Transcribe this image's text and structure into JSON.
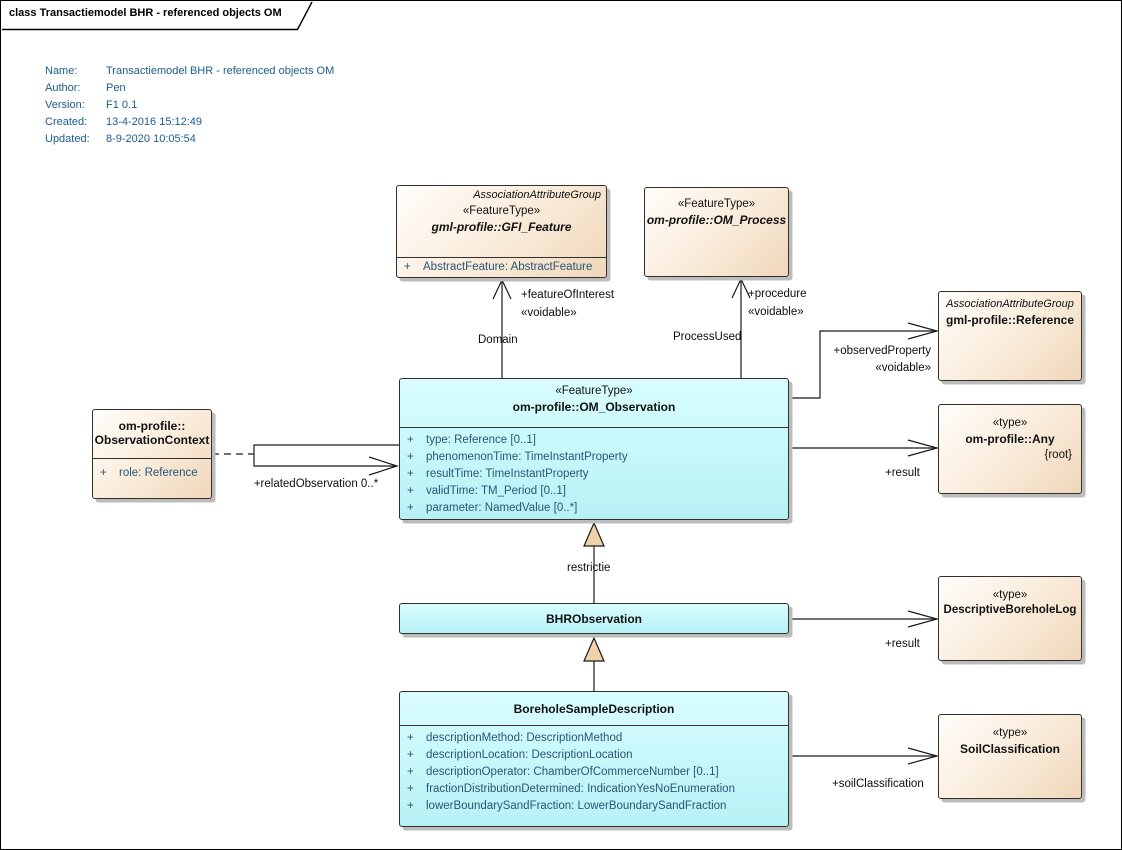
{
  "frame": {
    "title": "class Transactiemodel BHR - referenced objects OM"
  },
  "metadata": {
    "rows": [
      {
        "label": "Name:",
        "value": "Transactiemodel BHR - referenced objects OM"
      },
      {
        "label": "Author:",
        "value": "Pen"
      },
      {
        "label": "Version:",
        "value": "F1 0.1"
      },
      {
        "label": "Created:",
        "value": "13-4-2016 15:12:49"
      },
      {
        "label": "Updated:",
        "value": "8-9-2020 10:05:54"
      }
    ]
  },
  "colors": {
    "class_fill_cyan": "#ccfafb",
    "class_fill_beige": "#f7e7d4",
    "metadata_text": "#1b5c8e",
    "attribute_text": "#2a5674",
    "generalization_triangle_fill": "#efd2a9",
    "connector_stroke": "#1a1a1a"
  },
  "classes": {
    "gfi_feature": {
      "group": "AssociationAttributeGroup",
      "stereotype": "«FeatureType»",
      "name": "gml-profile::GFI_Feature",
      "attributes": [
        {
          "vis": "+",
          "text": "AbstractFeature: AbstractFeature"
        }
      ]
    },
    "om_process": {
      "stereotype": "«FeatureType»",
      "name": "om-profile::OM_Process"
    },
    "reference": {
      "group": "AssociationAttributeGroup",
      "name": "gml-profile::Reference"
    },
    "observation_context": {
      "name_line1": "om-profile::",
      "name_line2": "ObservationContext",
      "attributes": [
        {
          "vis": "+",
          "text": "role: Reference"
        }
      ]
    },
    "om_observation": {
      "stereotype": "«FeatureType»",
      "name": "om-profile::OM_Observation",
      "attributes": [
        {
          "vis": "+",
          "text": "type: Reference [0..1]"
        },
        {
          "vis": "+",
          "text": "phenomenonTime: TimeInstantProperty"
        },
        {
          "vis": "+",
          "text": "resultTime: TimeInstantProperty"
        },
        {
          "vis": "+",
          "text": "validTime: TM_Period [0..1]"
        },
        {
          "vis": "+",
          "text": "parameter: NamedValue [0..*]"
        }
      ]
    },
    "any": {
      "stereotype": "«type»",
      "name": "om-profile::Any",
      "tag": "{root}"
    },
    "bhr_observation": {
      "name": "BHRObservation"
    },
    "descriptive_borehole_log": {
      "stereotype": "«type»",
      "name": "DescriptiveBoreholeLog"
    },
    "borehole_sample_description": {
      "name": "BoreholeSampleDescription",
      "attributes": [
        {
          "vis": "+",
          "text": "descriptionMethod: DescriptionMethod"
        },
        {
          "vis": "+",
          "text": "descriptionLocation: DescriptionLocation"
        },
        {
          "vis": "+",
          "text": "descriptionOperator: ChamberOfCommerceNumber [0..1]"
        },
        {
          "vis": "+",
          "text": "fractionDistributionDetermined: IndicationYesNoEnumeration"
        },
        {
          "vis": "+",
          "text": "lowerBoundarySandFraction: LowerBoundarySandFraction"
        }
      ]
    },
    "soil_classification": {
      "stereotype": "«type»",
      "name": "SoilClassification"
    }
  },
  "connector_labels": {
    "feature_of_interest": "+featureOfInterest",
    "feature_of_interest_voidable": "«voidable»",
    "domain": "Domain",
    "procedure": "+procedure",
    "procedure_voidable": "«voidable»",
    "process_used": "ProcessUsed",
    "observed_property": "+observedProperty",
    "observed_property_voidable": "«voidable»",
    "observation_result": "+result",
    "related_observation": "+relatedObservation 0..*",
    "restrictie": "restrictie",
    "bhr_result": "+result",
    "soil_classification": "+soilClassification"
  }
}
